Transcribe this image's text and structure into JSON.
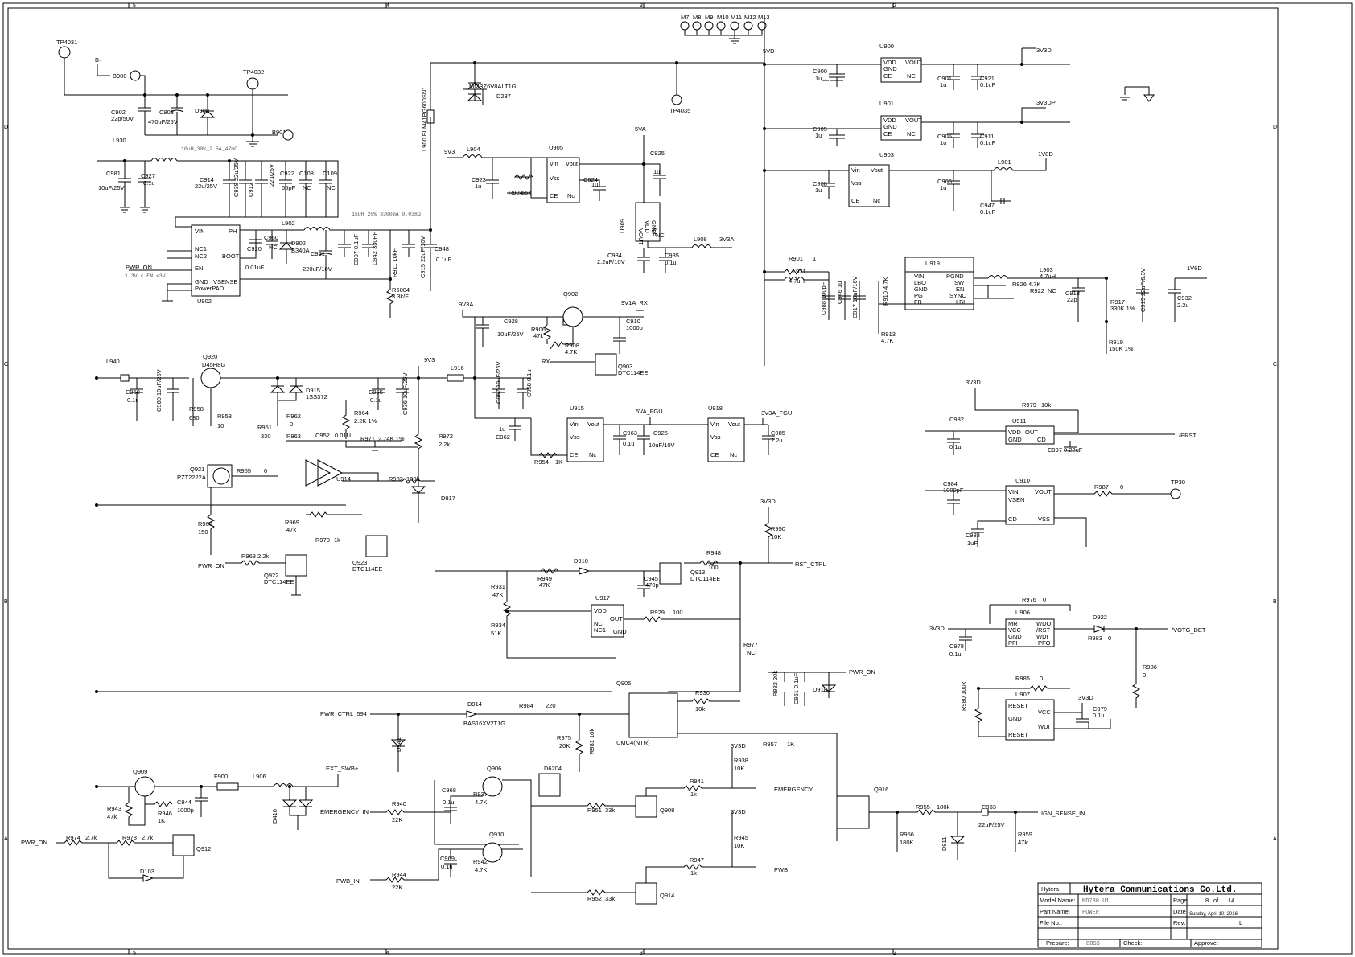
{
  "title_block": {
    "logo_text": "Hytera",
    "company": "Hytera Communications Co.Ltd.",
    "model_name_label": "Model Name:",
    "model_name": "MD780 U1",
    "page_label": "Page:",
    "page_current": "8",
    "page_of": "of",
    "page_total": "14",
    "part_name_label": "Part Name:",
    "part_name": "POWER",
    "date_label": "Date:",
    "date": "Sunday, April 10, 2016",
    "file_no_label": "File No.:",
    "rev_label": "Rev:",
    "rev": "L",
    "prepare_label": "Prepare:",
    "prepare": "BOSS",
    "check_label": "Check:",
    "approve_label": "Approve:"
  },
  "zones": {
    "top": [
      "5",
      "4",
      "3",
      "2"
    ],
    "bottom": [
      "5",
      "4",
      "3",
      "2"
    ],
    "left": [
      "D",
      "C",
      "B",
      "A"
    ],
    "right": [
      "D",
      "C",
      "B",
      "A"
    ]
  },
  "nets": [
    "B+",
    "5VD",
    "3V3D",
    "3V3DP",
    "1V8D",
    "1V6D",
    "9V3",
    "5VA",
    "3V3A",
    "9V3A",
    "9V1A_RX",
    "5VA_FGU",
    "3V3A_FGU",
    "PWR_ON",
    "/PRST",
    "TP30",
    "/VOTG_DET",
    "RST_CTRL",
    "EMERGENCY",
    "EMERGENCY_IN",
    "PWB",
    "PWB_IN",
    "PWR_CTRL_594",
    "EXT_SWB+",
    "IGN_SENSE_IN",
    "RX"
  ],
  "mount_holes": [
    "M7",
    "M8",
    "M9",
    "M10",
    "M11",
    "M12",
    "M13"
  ],
  "test_points": [
    "TP4031",
    "TP4032",
    "TP4035",
    "TP30"
  ],
  "notes": {
    "l930": "10uH_30%_2.5A_47mΩ",
    "l902": "15UH_20% 3300mA_0.038Ω",
    "pwr_on_range": "1.3V < EN <3V"
  },
  "regulators": [
    "U900",
    "U901",
    "U903",
    "U905",
    "U909",
    "U902",
    "U919",
    "U914",
    "U915",
    "U918",
    "U911",
    "U910",
    "U917",
    "U906",
    "U907",
    "Q905"
  ],
  "pins": {
    "u900": {
      "vin": "VDD",
      "vout": "VOUT",
      "gnd": "GND",
      "ce": "CE",
      "nc": "NC"
    },
    "u905": {
      "vin": "Vin",
      "vout": "Vout",
      "vss": "Vss",
      "ce": "CE",
      "nc": "Nc"
    },
    "u902": {
      "vin": "VIN",
      "ph": "PH",
      "nc1": "NC1",
      "nc2": "NC2",
      "boot": "BOOT",
      "en": "EN",
      "gnd": "GND",
      "vsense": "VSENSE",
      "pad": "PowerPAD"
    },
    "u919": {
      "vin": "VIN",
      "lbo": "LBO",
      "gnd": "GND",
      "pg": "PG",
      "fb": "FB",
      "pgnd": "PGND",
      "sw": "SW",
      "en": "EN",
      "sync": "SYNC",
      "lbi": "LBI"
    },
    "u911": {
      "vdd": "VDD",
      "out": "OUT",
      "gnd": "GND",
      "cd": "CD"
    },
    "u910": {
      "vin": "VIN",
      "vsen": "VSEN",
      "vout": "VOUT",
      "cd": "CD",
      "vss": "VSS"
    },
    "u917": {
      "vdd": "VDD",
      "out": "OUT",
      "nc": "NC",
      "nc1": "NC1",
      "gnd": "GND"
    },
    "u906": {
      "mr": "MR",
      "vcc": "VCC",
      "gnd": "GND",
      "pfi": "PFI",
      "wdo": "WDO",
      "rst": "/RST",
      "wdi": "WDI",
      "pfo": "PFO"
    },
    "u907": {
      "reset": "RESET",
      "gnd": "GND",
      "reset2": "RESET",
      "vcc": "VCC",
      "wdi": "WDI"
    }
  },
  "components": [
    {
      "ref": "C902",
      "value": "22p/50V"
    },
    {
      "ref": "C903",
      "value": "470uF/25V"
    },
    {
      "ref": "D900",
      "value": ""
    },
    {
      "ref": "B900",
      "value": ""
    },
    {
      "ref": "B901",
      "value": ""
    },
    {
      "ref": "L930",
      "value": ""
    },
    {
      "ref": "C981",
      "value": "10uF/25V"
    },
    {
      "ref": "C927",
      "value": "0.1u"
    },
    {
      "ref": "C914",
      "value": "22u/25V"
    },
    {
      "ref": "C938",
      "value": "22u/25V"
    },
    {
      "ref": "C912",
      "value": "22u/25V"
    },
    {
      "ref": "C922",
      "value": "56pF"
    },
    {
      "ref": "C108",
      "value": "NC"
    },
    {
      "ref": "C109",
      "value": "NC"
    },
    {
      "ref": "L902",
      "value": ""
    },
    {
      "ref": "C960",
      "value": "NC"
    },
    {
      "ref": "D902",
      "value": "B340A"
    },
    {
      "ref": "C920",
      "value": "0.01uF"
    },
    {
      "ref": "C951",
      "value": "220uF/10V"
    },
    {
      "ref": "C907",
      "value": "0.1uF"
    },
    {
      "ref": "C942",
      "value": "330PF"
    },
    {
      "ref": "R911",
      "value": "10kF"
    },
    {
      "ref": "C915",
      "value": "22uF/10V"
    },
    {
      "ref": "C948",
      "value": "0.1uF"
    },
    {
      "ref": "R6004",
      "value": "3.3k/F"
    },
    {
      "ref": "L900",
      "value": "BLM41PG600SN1"
    },
    {
      "ref": "D237",
      "value": "MMBZ6V8ALT1G"
    },
    {
      "ref": "L904",
      "value": ""
    },
    {
      "ref": "C923",
      "value": "1u"
    },
    {
      "ref": "R924",
      "value": "56k"
    },
    {
      "ref": "C924",
      "value": "1u"
    },
    {
      "ref": "C925",
      "value": "1u"
    },
    {
      "ref": "C934",
      "value": "2.2uF/10V"
    },
    {
      "ref": "C935",
      "value": "0.1u"
    },
    {
      "ref": "L908",
      "value": ""
    },
    {
      "ref": "C900",
      "value": "1u"
    },
    {
      "ref": "C901",
      "value": "1u"
    },
    {
      "ref": "C921",
      "value": "0.1uF"
    },
    {
      "ref": "C905",
      "value": "1u"
    },
    {
      "ref": "C906",
      "value": "1u"
    },
    {
      "ref": "C911",
      "value": "0.1uF"
    },
    {
      "ref": "C908",
      "value": "1u"
    },
    {
      "ref": "C966",
      "value": "1u"
    },
    {
      "ref": "C947",
      "value": "0.1uF"
    },
    {
      "ref": "L901",
      "value": ""
    },
    {
      "ref": "R901",
      "value": "1"
    },
    {
      "ref": "L931",
      "value": "4.7uH"
    },
    {
      "ref": "C988",
      "value": "100pF"
    },
    {
      "ref": "C946",
      "value": "1u"
    },
    {
      "ref": "C917",
      "value": "10uF/16V"
    },
    {
      "ref": "R910",
      "value": "4.7K"
    },
    {
      "ref": "R913",
      "value": "4.7K"
    },
    {
      "ref": "L903",
      "value": "4.7uH"
    },
    {
      "ref": "R926",
      "value": "4.7K"
    },
    {
      "ref": "R922",
      "value": "NC"
    },
    {
      "ref": "C918",
      "value": "22p"
    },
    {
      "ref": "R917",
      "value": "330K 1%"
    },
    {
      "ref": "C919",
      "value": "22uF/6.3V"
    },
    {
      "ref": "C932",
      "value": "2.2u"
    },
    {
      "ref": "R919",
      "value": "150K 1%"
    },
    {
      "ref": "Q902",
      "value": ""
    },
    {
      "ref": "C928",
      "value": "10uF/25V"
    },
    {
      "ref": "R906",
      "value": "47k"
    },
    {
      "ref": "R908",
      "value": "4.7K"
    },
    {
      "ref": "C910",
      "value": "1000p"
    },
    {
      "ref": "Q903",
      "value": "DTC114EE"
    },
    {
      "ref": "L940",
      "value": ""
    },
    {
      "ref": "Q920",
      "value": "D45H8G"
    },
    {
      "ref": "C950",
      "value": "0.1u"
    },
    {
      "ref": "C980",
      "value": "10uF/25V"
    },
    {
      "ref": "R958",
      "value": "680"
    },
    {
      "ref": "R953",
      "value": "10"
    },
    {
      "ref": "D915",
      "value": "1SS372"
    },
    {
      "ref": "R964",
      "value": "2.2K 1%"
    },
    {
      "ref": "R962",
      "value": "0"
    },
    {
      "ref": "R961",
      "value": "330"
    },
    {
      "ref": "R963",
      "value": "0"
    },
    {
      "ref": "C952",
      "value": "0.01U"
    },
    {
      "ref": "R971",
      "value": "2.74K 1%"
    },
    {
      "ref": "C965",
      "value": "0.1u"
    },
    {
      "ref": "C936",
      "value": "10uF/25V"
    },
    {
      "ref": "Q921",
      "value": "PZT2222A"
    },
    {
      "ref": "R965",
      "value": "0"
    },
    {
      "ref": "U914",
      "value": ""
    },
    {
      "ref": "R982",
      "value": "100k"
    },
    {
      "ref": "R966",
      "value": "150"
    },
    {
      "ref": "R969",
      "value": "47k"
    },
    {
      "ref": "R970",
      "value": "1k"
    },
    {
      "ref": "Q923",
      "value": "DTC114EE"
    },
    {
      "ref": "R968",
      "value": "2.2k"
    },
    {
      "ref": "Q922",
      "value": "DTC114EE"
    },
    {
      "ref": "L916",
      "value": ""
    },
    {
      "ref": "R972",
      "value": "2.2k"
    },
    {
      "ref": "D917",
      "value": ""
    },
    {
      "ref": "C957",
      "value": "10uF/25V"
    },
    {
      "ref": "C958",
      "value": "0.1u"
    },
    {
      "ref": "C962",
      "value": "1u"
    },
    {
      "ref": "R954",
      "value": "1K"
    },
    {
      "ref": "C963",
      "value": "0.1u"
    },
    {
      "ref": "C926",
      "value": "10uF/10V"
    },
    {
      "ref": "C985",
      "value": "2.2u"
    },
    {
      "ref": "R950",
      "value": "10K"
    },
    {
      "ref": "R948",
      "value": "100"
    },
    {
      "ref": "D910",
      "value": ""
    },
    {
      "ref": "R949",
      "value": "47K"
    },
    {
      "ref": "C945",
      "value": "470p"
    },
    {
      "ref": "Q913",
      "value": "DTC114EE"
    },
    {
      "ref": "R931",
      "value": "47K"
    },
    {
      "ref": "R934",
      "value": "51K"
    },
    {
      "ref": "R929",
      "value": "100"
    },
    {
      "ref": "R977",
      "value": "NC"
    },
    {
      "ref": "R932",
      "value": "20k"
    },
    {
      "ref": "C961",
      "value": "0.1uF"
    },
    {
      "ref": "D918",
      "value": ""
    },
    {
      "ref": "R930",
      "value": "10k"
    },
    {
      "ref": "D914",
      "value": "BAS16XV2T1G"
    },
    {
      "ref": "R984",
      "value": "220"
    },
    {
      "ref": "R975",
      "value": "20K"
    },
    {
      "ref": "R981",
      "value": "10k"
    },
    {
      "ref": "Q905",
      "value": "UMC4(NTR)"
    },
    {
      "ref": "R957",
      "value": "1K"
    },
    {
      "ref": "D941",
      "value": ""
    },
    {
      "ref": "C982",
      "value": "0.1u"
    },
    {
      "ref": "R979",
      "value": "10k"
    },
    {
      "ref": "C997",
      "value": "0.22uF"
    },
    {
      "ref": "C984",
      "value": "1000pF"
    },
    {
      "ref": "C983",
      "value": "1uF"
    },
    {
      "ref": "R987",
      "value": "0"
    },
    {
      "ref": "R976",
      "value": "0"
    },
    {
      "ref": "D922",
      "value": ""
    },
    {
      "ref": "R983",
      "value": "0"
    },
    {
      "ref": "C978",
      "value": "0.1u"
    },
    {
      "ref": "R986",
      "value": "0"
    },
    {
      "ref": "R985",
      "value": "0"
    },
    {
      "ref": "R980",
      "value": "100k"
    },
    {
      "ref": "C979",
      "value": "0.1u"
    },
    {
      "ref": "Q909",
      "value": ""
    },
    {
      "ref": "F900",
      "value": ""
    },
    {
      "ref": "L906",
      "value": ""
    },
    {
      "ref": "C944",
      "value": "1000p"
    },
    {
      "ref": "R943",
      "value": "47k"
    },
    {
      "ref": "R946",
      "value": "1K"
    },
    {
      "ref": "D410",
      "value": ""
    },
    {
      "ref": "R974",
      "value": "2.7k"
    },
    {
      "ref": "R978",
      "value": "2.7k"
    },
    {
      "ref": "Q912",
      "value": ""
    },
    {
      "ref": "D103",
      "value": ""
    },
    {
      "ref": "Q906",
      "value": ""
    },
    {
      "ref": "C968",
      "value": "0.1u"
    },
    {
      "ref": "R937",
      "value": "4.7K"
    },
    {
      "ref": "R940",
      "value": "22K"
    },
    {
      "ref": "D6204",
      "value": ""
    },
    {
      "ref": "R951",
      "value": "33k"
    },
    {
      "ref": "Q908",
      "value": ""
    },
    {
      "ref": "R941",
      "value": "1k"
    },
    {
      "ref": "R938",
      "value": "10K"
    },
    {
      "ref": "Q910",
      "value": ""
    },
    {
      "ref": "C969",
      "value": "0.1u"
    },
    {
      "ref": "R942",
      "value": "4.7K"
    },
    {
      "ref": "R944",
      "value": "22K"
    },
    {
      "ref": "R952",
      "value": "33k"
    },
    {
      "ref": "Q914",
      "value": ""
    },
    {
      "ref": "R947",
      "value": "1k"
    },
    {
      "ref": "R945",
      "value": "10K"
    },
    {
      "ref": "Q916",
      "value": ""
    },
    {
      "ref": "R955",
      "value": "180k"
    },
    {
      "ref": "R956",
      "value": "180K"
    },
    {
      "ref": "D911",
      "value": ""
    },
    {
      "ref": "C933",
      "value": "22uF/25V"
    },
    {
      "ref": "R959",
      "value": "47k"
    }
  ]
}
